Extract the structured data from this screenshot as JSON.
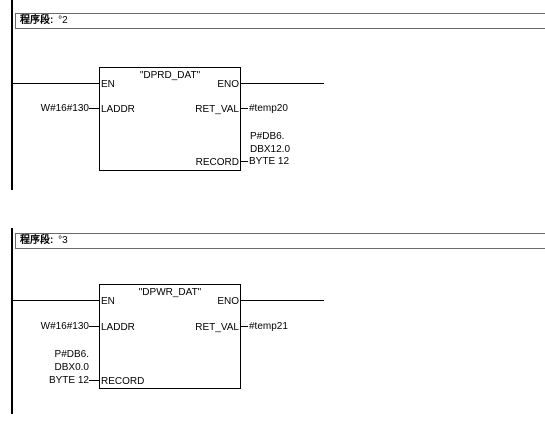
{
  "networks": [
    {
      "title": "程序段:",
      "number": "°2",
      "block_name": "\"DPRD_DAT\"",
      "pins_left": {
        "en": "EN",
        "laddr": "LADDR"
      },
      "pins_right": {
        "eno": "ENO",
        "ret_val": "RET_VAL",
        "record": "RECORD"
      },
      "laddr_value": "W#16#130",
      "ret_val_value": "#temp20",
      "record_value": [
        "P#DB6.",
        "DBX12.0",
        "BYTE 12"
      ]
    },
    {
      "title": "程序段:",
      "number": "°3",
      "block_name": "\"DPWR_DAT\"",
      "pins_left": {
        "en": "EN",
        "laddr": "LADDR",
        "record": "RECORD"
      },
      "pins_right": {
        "eno": "ENO",
        "ret_val": "RET_VAL"
      },
      "laddr_value": "W#16#130",
      "ret_val_value": "#temp21",
      "record_value": [
        "P#DB6.",
        "DBX0.0",
        "BYTE 12"
      ]
    }
  ]
}
